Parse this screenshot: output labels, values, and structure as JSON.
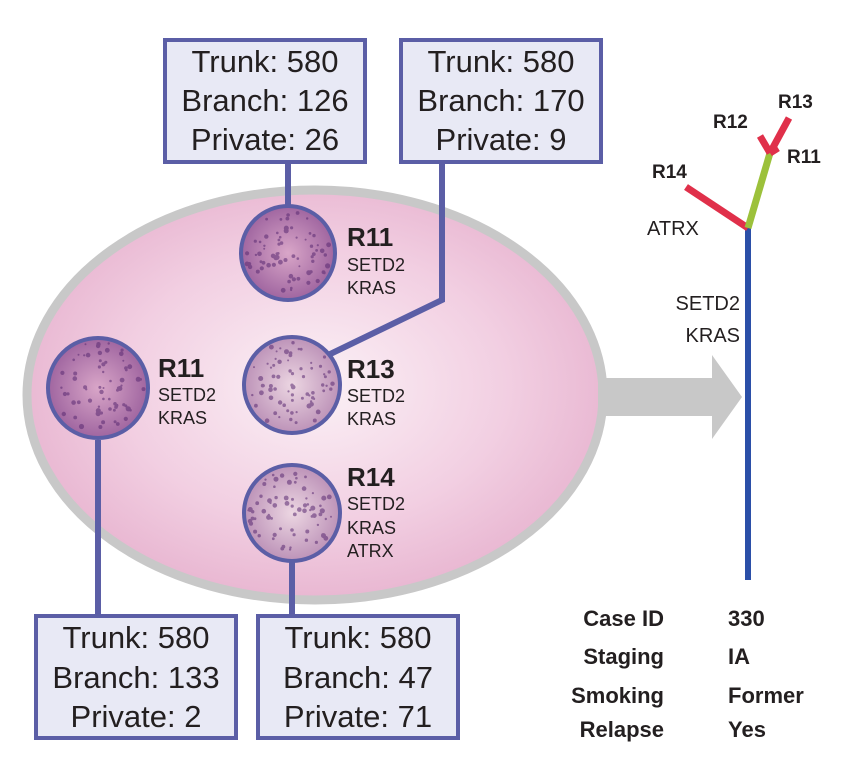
{
  "regions": [
    {
      "id": "R11",
      "genes": [
        "SETD2",
        "KRAS"
      ],
      "counts": {
        "trunk": "Trunk: 580",
        "branch": "Branch: 133",
        "private": "Private: 2"
      }
    },
    {
      "id": "R12",
      "genes": [
        "SETD2",
        "KRAS"
      ],
      "counts": {
        "trunk": "Trunk: 580",
        "branch": "Branch: 126",
        "private": "Private: 26"
      }
    },
    {
      "id": "R13",
      "genes": [
        "SETD2",
        "KRAS"
      ],
      "counts": {
        "trunk": "Trunk: 580",
        "branch": "Branch: 170",
        "private": "Private: 9"
      }
    },
    {
      "id": "R14",
      "genes": [
        "SETD2",
        "KRAS",
        "ATRX"
      ],
      "counts": {
        "trunk": "Trunk: 580",
        "branch": "Branch: 47",
        "private": "Private: 71"
      }
    }
  ],
  "tree": {
    "trunk_genes": [
      "SETD2",
      "KRAS"
    ],
    "branch_gene": "ATRX",
    "leaves": [
      "R11",
      "R12",
      "R13",
      "R14"
    ]
  },
  "case_info": [
    {
      "key": "Case ID",
      "value": "330"
    },
    {
      "key": "Staging",
      "value": "IA"
    },
    {
      "key": "Smoking",
      "value": "Former"
    },
    {
      "key": "Relapse",
      "value": "Yes"
    }
  ],
  "colors": {
    "box_fill": "#e8e9f5",
    "box_stroke": "#5b5ea6",
    "trunk": "#2b4fa8",
    "branch_green": "#9cc13b",
    "branch_red": "#e0304a",
    "arrow": "#c8c8c8",
    "ellipse_stroke": "#c8c8c8"
  }
}
